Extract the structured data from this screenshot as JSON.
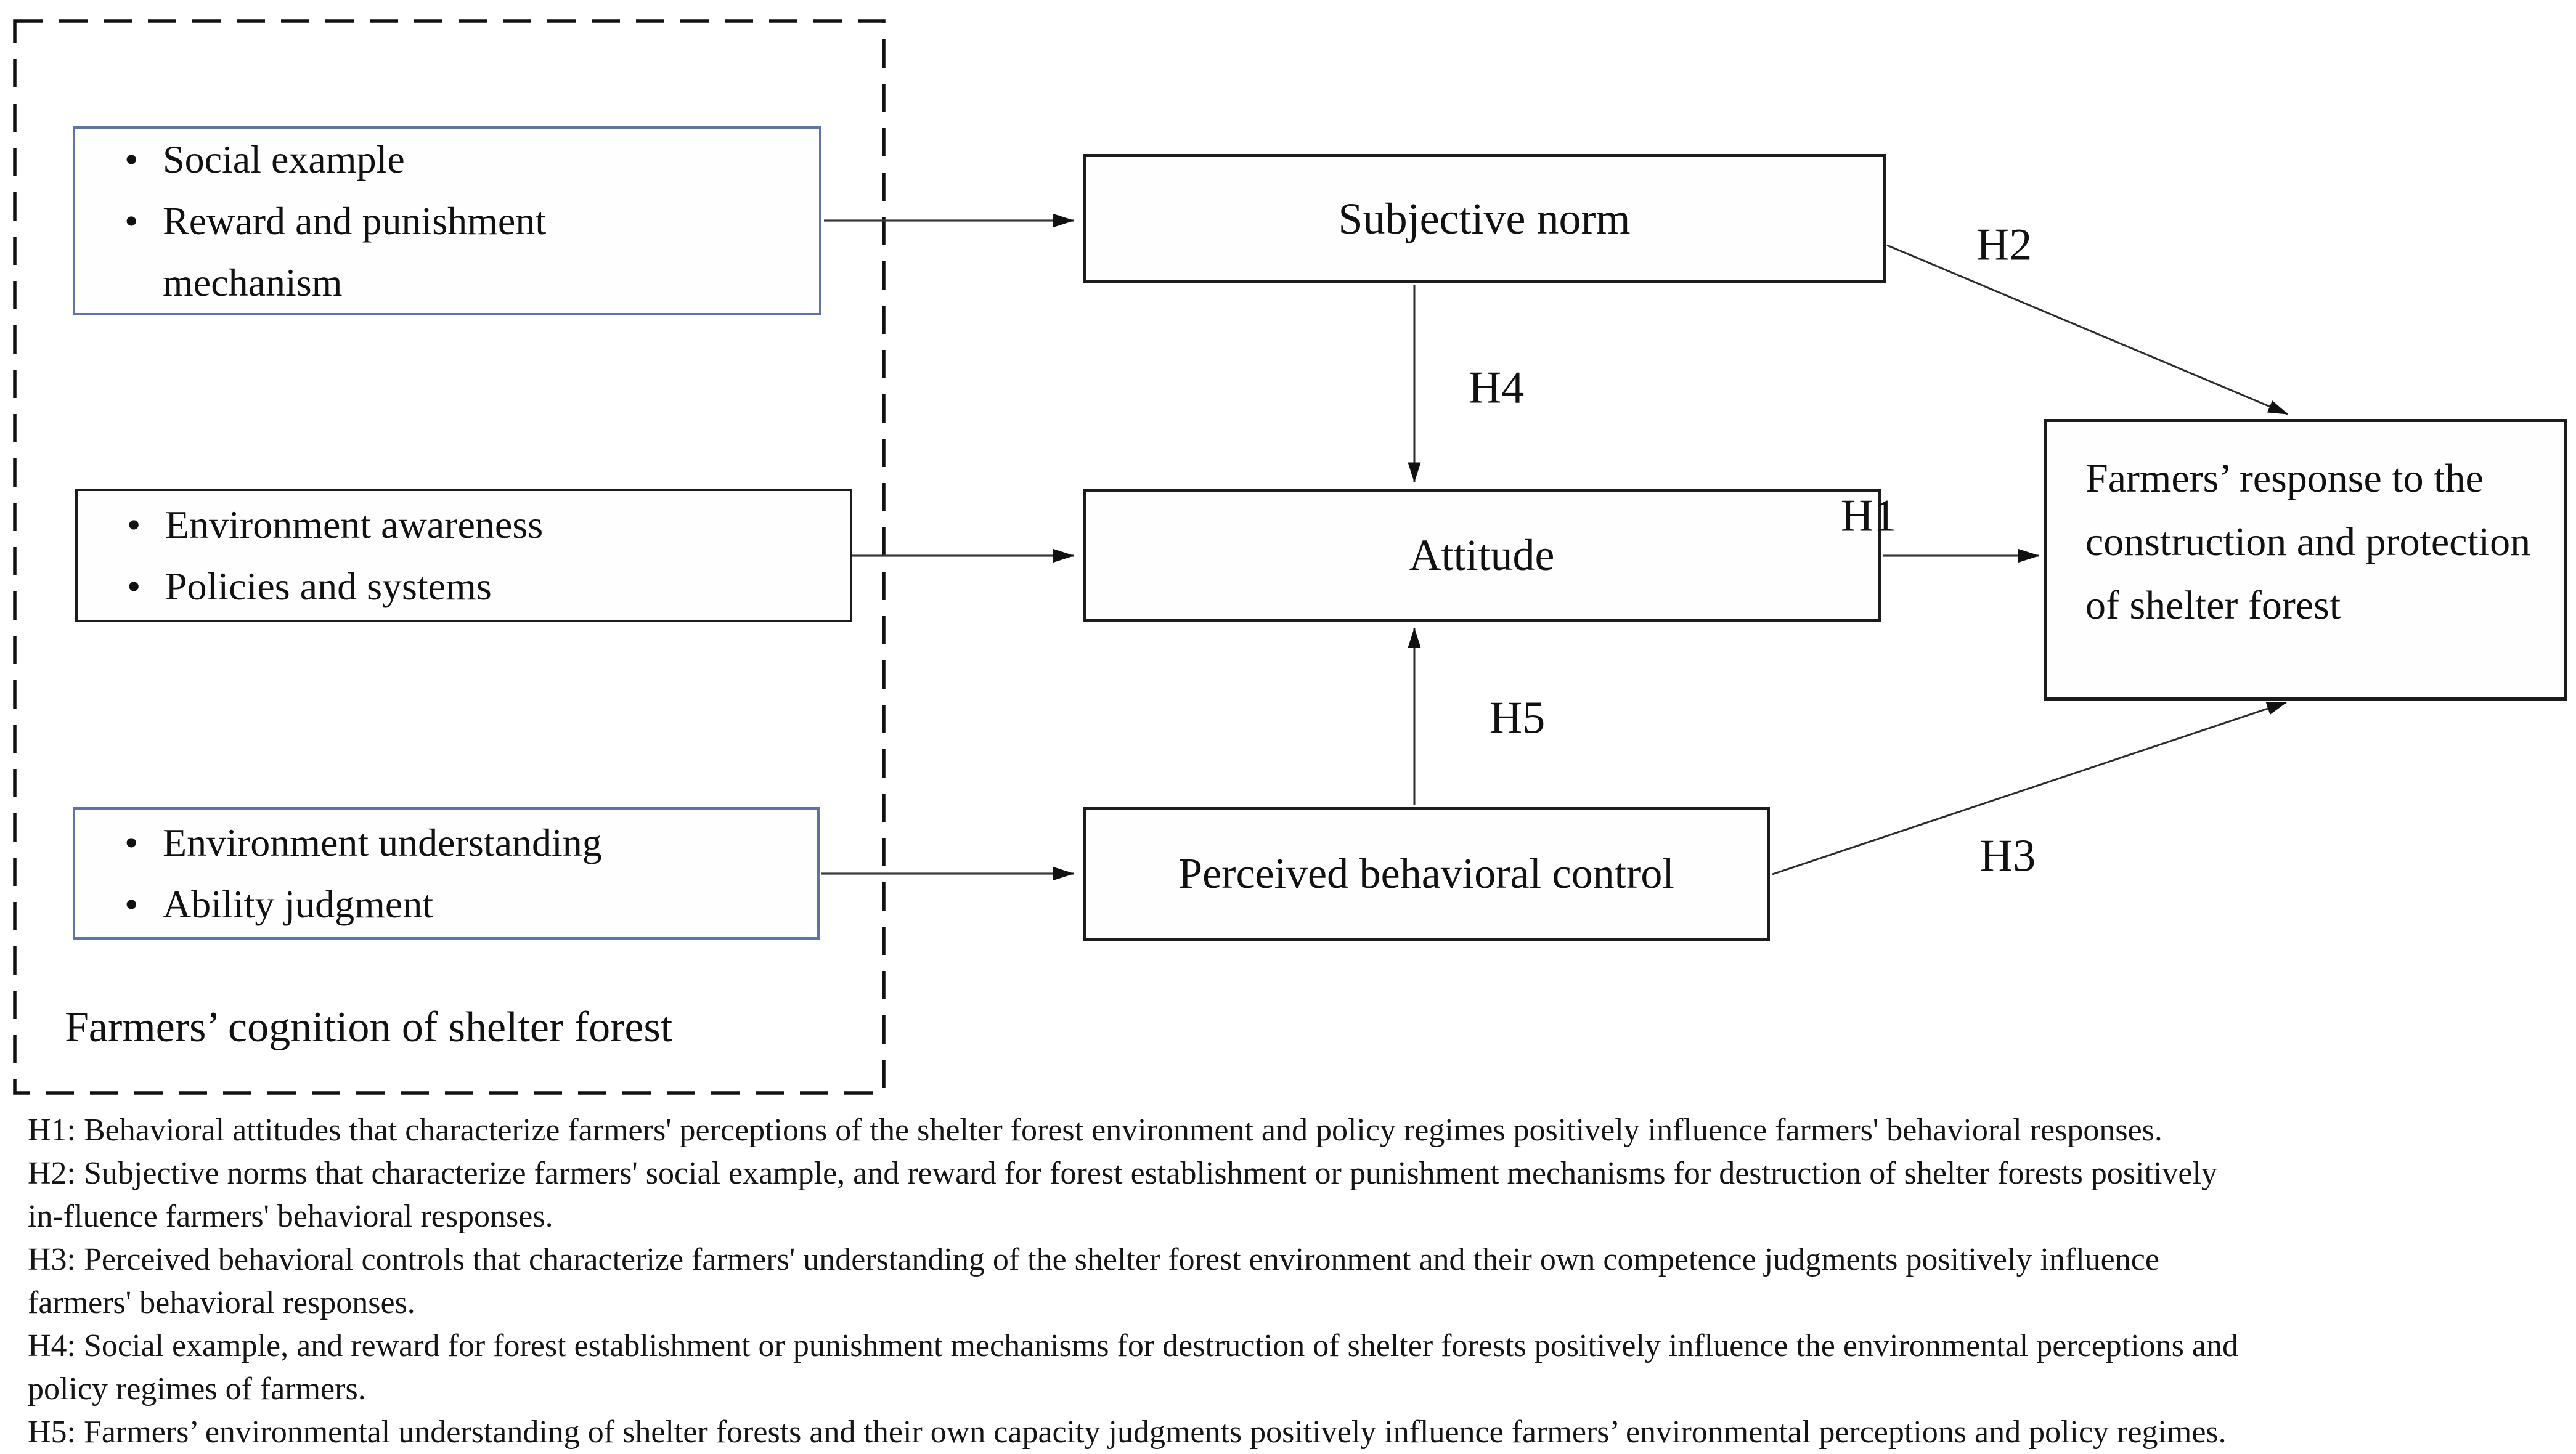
{
  "figure": {
    "group": {
      "label": "Farmers’ cognition of shelter forest",
      "boxes": [
        {
          "items": [
            "Social example",
            "Reward and punishment mechanism"
          ]
        },
        {
          "items": [
            "Environment awareness",
            "Policies and systems"
          ]
        },
        {
          "items": [
            "Environment understanding",
            "Ability judgment"
          ]
        }
      ]
    },
    "nodes": {
      "subjective_norm": "Subjective norm",
      "attitude": "Attitude",
      "perceived_behavioral_control": "Perceived behavioral control",
      "farmers_response": "Farmers’ response to the construction and protection of shelter forest"
    },
    "edge_labels": {
      "h1": "H1",
      "h2": "H2",
      "h3": "H3",
      "h4": "H4",
      "h5": "H5"
    }
  },
  "hypotheses": {
    "lines": [
      "H1: Behavioral attitudes that characterize farmers' perceptions of the shelter forest environment and policy regimes positively influence farmers' behavioral responses.",
      "H2: Subjective norms that characterize farmers' social example, and reward for forest establishment or punishment mechanisms for destruction of shelter forests positively",
      "in-fluence farmers' behavioral responses.",
      "H3: Perceived behavioral controls that characterize farmers' understanding of the shelter forest environment and their own competence judgments positively influence",
      "farmers' behavioral responses.",
      "H4: Social example, and reward for forest establishment or punishment mechanisms for destruction of shelter forests positively influence the environmental perceptions and",
      "policy regimes of farmers.",
      "H5: Farmers’ environmental understanding of shelter forests and their own capacity judgments positively influence farmers’ environmental perceptions and policy regimes."
    ]
  },
  "colors": {
    "accent_border": "#5f74a3",
    "box_border": "#1c1c1c",
    "arrow": "#3a3a3a"
  }
}
